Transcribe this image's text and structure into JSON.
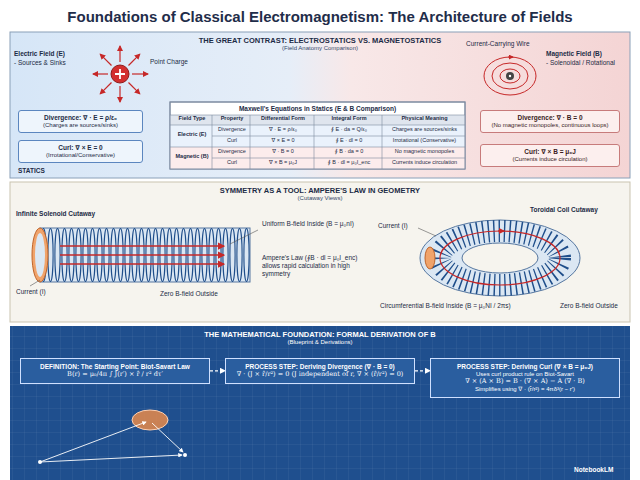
{
  "diagram": {
    "title": "Foundations of Classical Electromagnetism: The Architecture of Fields",
    "nodes": [
      {
        "text": [
          "THE GREAT CONTRAST: ELECTROSTATICS VS. MAGNETOSTATICS",
          "(Field Anatomy Comparison)"
        ]
      },
      {
        "text": [
          "Divergence: ∇ · E = ρ/ε₀",
          "(Charges are sources/sinks)"
        ],
        "in": 0
      },
      {
        "text": [
          "Curl: ∇ × E = 0",
          "(Irrotational/Conservative)"
        ],
        "in": 0
      },
      {
        "text": [
          "Maxwell's Equations in Statics (E & B Comparison)"
        ],
        "in": 0
      },
      {
        "text": [
          "Divergence: ∇ · B = 0",
          "(No magnetic monopoles, continuous loops)"
        ],
        "in": 0
      },
      {
        "text": [
          "Curl: ∇ × B = μ₀J",
          "(Currents induce circulation)"
        ],
        "in": 0
      },
      {
        "text": [
          "SYMMETRY AS A TOOL: AMPERE'S LAW IN GEOMETRY",
          "(Cutaway Views)"
        ]
      },
      {
        "text": [
          "THE MATHEMATICAL FOUNDATION: FORMAL DERIVATION OF B",
          "(Blueprint & Derivations)"
        ]
      },
      {
        "text": [
          "DEFINITION: The Starting Point: Biot-Savart Law",
          "B(r) = μ₀/4π ∫ J(r′) × r̂ / r² dτ′"
        ],
        "in": 7
      },
      {
        "text": [
          "PROCESS STEP: Deriving Divergence (∇ · B = 0)",
          "∇ · (J × r̂/r²) = 0 (J independent of r, ∇ × (r̂/r²) = 0)"
        ],
        "in": 7
      },
      {
        "text": [
          "PROCESS STEP: Deriving Curl (∇ × B = μ₀J)",
          "Uses curl product rule on Biot-Savart",
          "∇ × (A × B) = B · (∇ × A) − A (∇ · B)",
          "Simplifies using ∇ · (r̂/r²) = 4πδ³(r − r′)"
        ],
        "in": 7
      }
    ],
    "edges": [
      {
        "from": 8,
        "to": 9,
        "arrow": "to"
      },
      {
        "from": 9,
        "to": 10,
        "arrow": "to"
      }
    ],
    "labels": [
      "Electric Field (E)",
      "- Sources & Sinks",
      "Point Charge",
      "STATICS",
      "Magnetic Field (B)",
      "- Solenoidal / Rotational",
      "Current-Carrying Wire",
      "Field Type",
      "Property",
      "Differential Form",
      "Integral Form",
      "Physical Meaning",
      "Electric (E)",
      "Divergence",
      "∇ · E = ρ/ε₀",
      "∮ E · da = Q/ε₀",
      "Charges are sources/sinks",
      "Curl",
      "∇ × E = 0",
      "∮ E · dl = 0",
      "Irrotational (Conservative)",
      "Magnetic (B)",
      "Divergence",
      "∇ · B = 0",
      "∮ B · da = 0",
      "No magnetic monopoles",
      "Curl",
      "∇ × B = μ₀J",
      "∮ B · dl = μ₀I_enc",
      "Currents induce circulation",
      "Infinite Solenoid Cutaway",
      "Current (I)",
      "Uniform B-field Inside (B = μ₀nI)",
      "Ampere's Law (∮B · dl = μ₀I_enc) allows rapid calculation in high symmetry",
      "Zero B-field Outside",
      "Toroidal Coil Cutaway",
      "Current (I)",
      "Circumferential B-field Inside (B = μ₀NI / 2πs)",
      "Zero B-field Outside",
      "NotebookLM"
    ]
  }
}
